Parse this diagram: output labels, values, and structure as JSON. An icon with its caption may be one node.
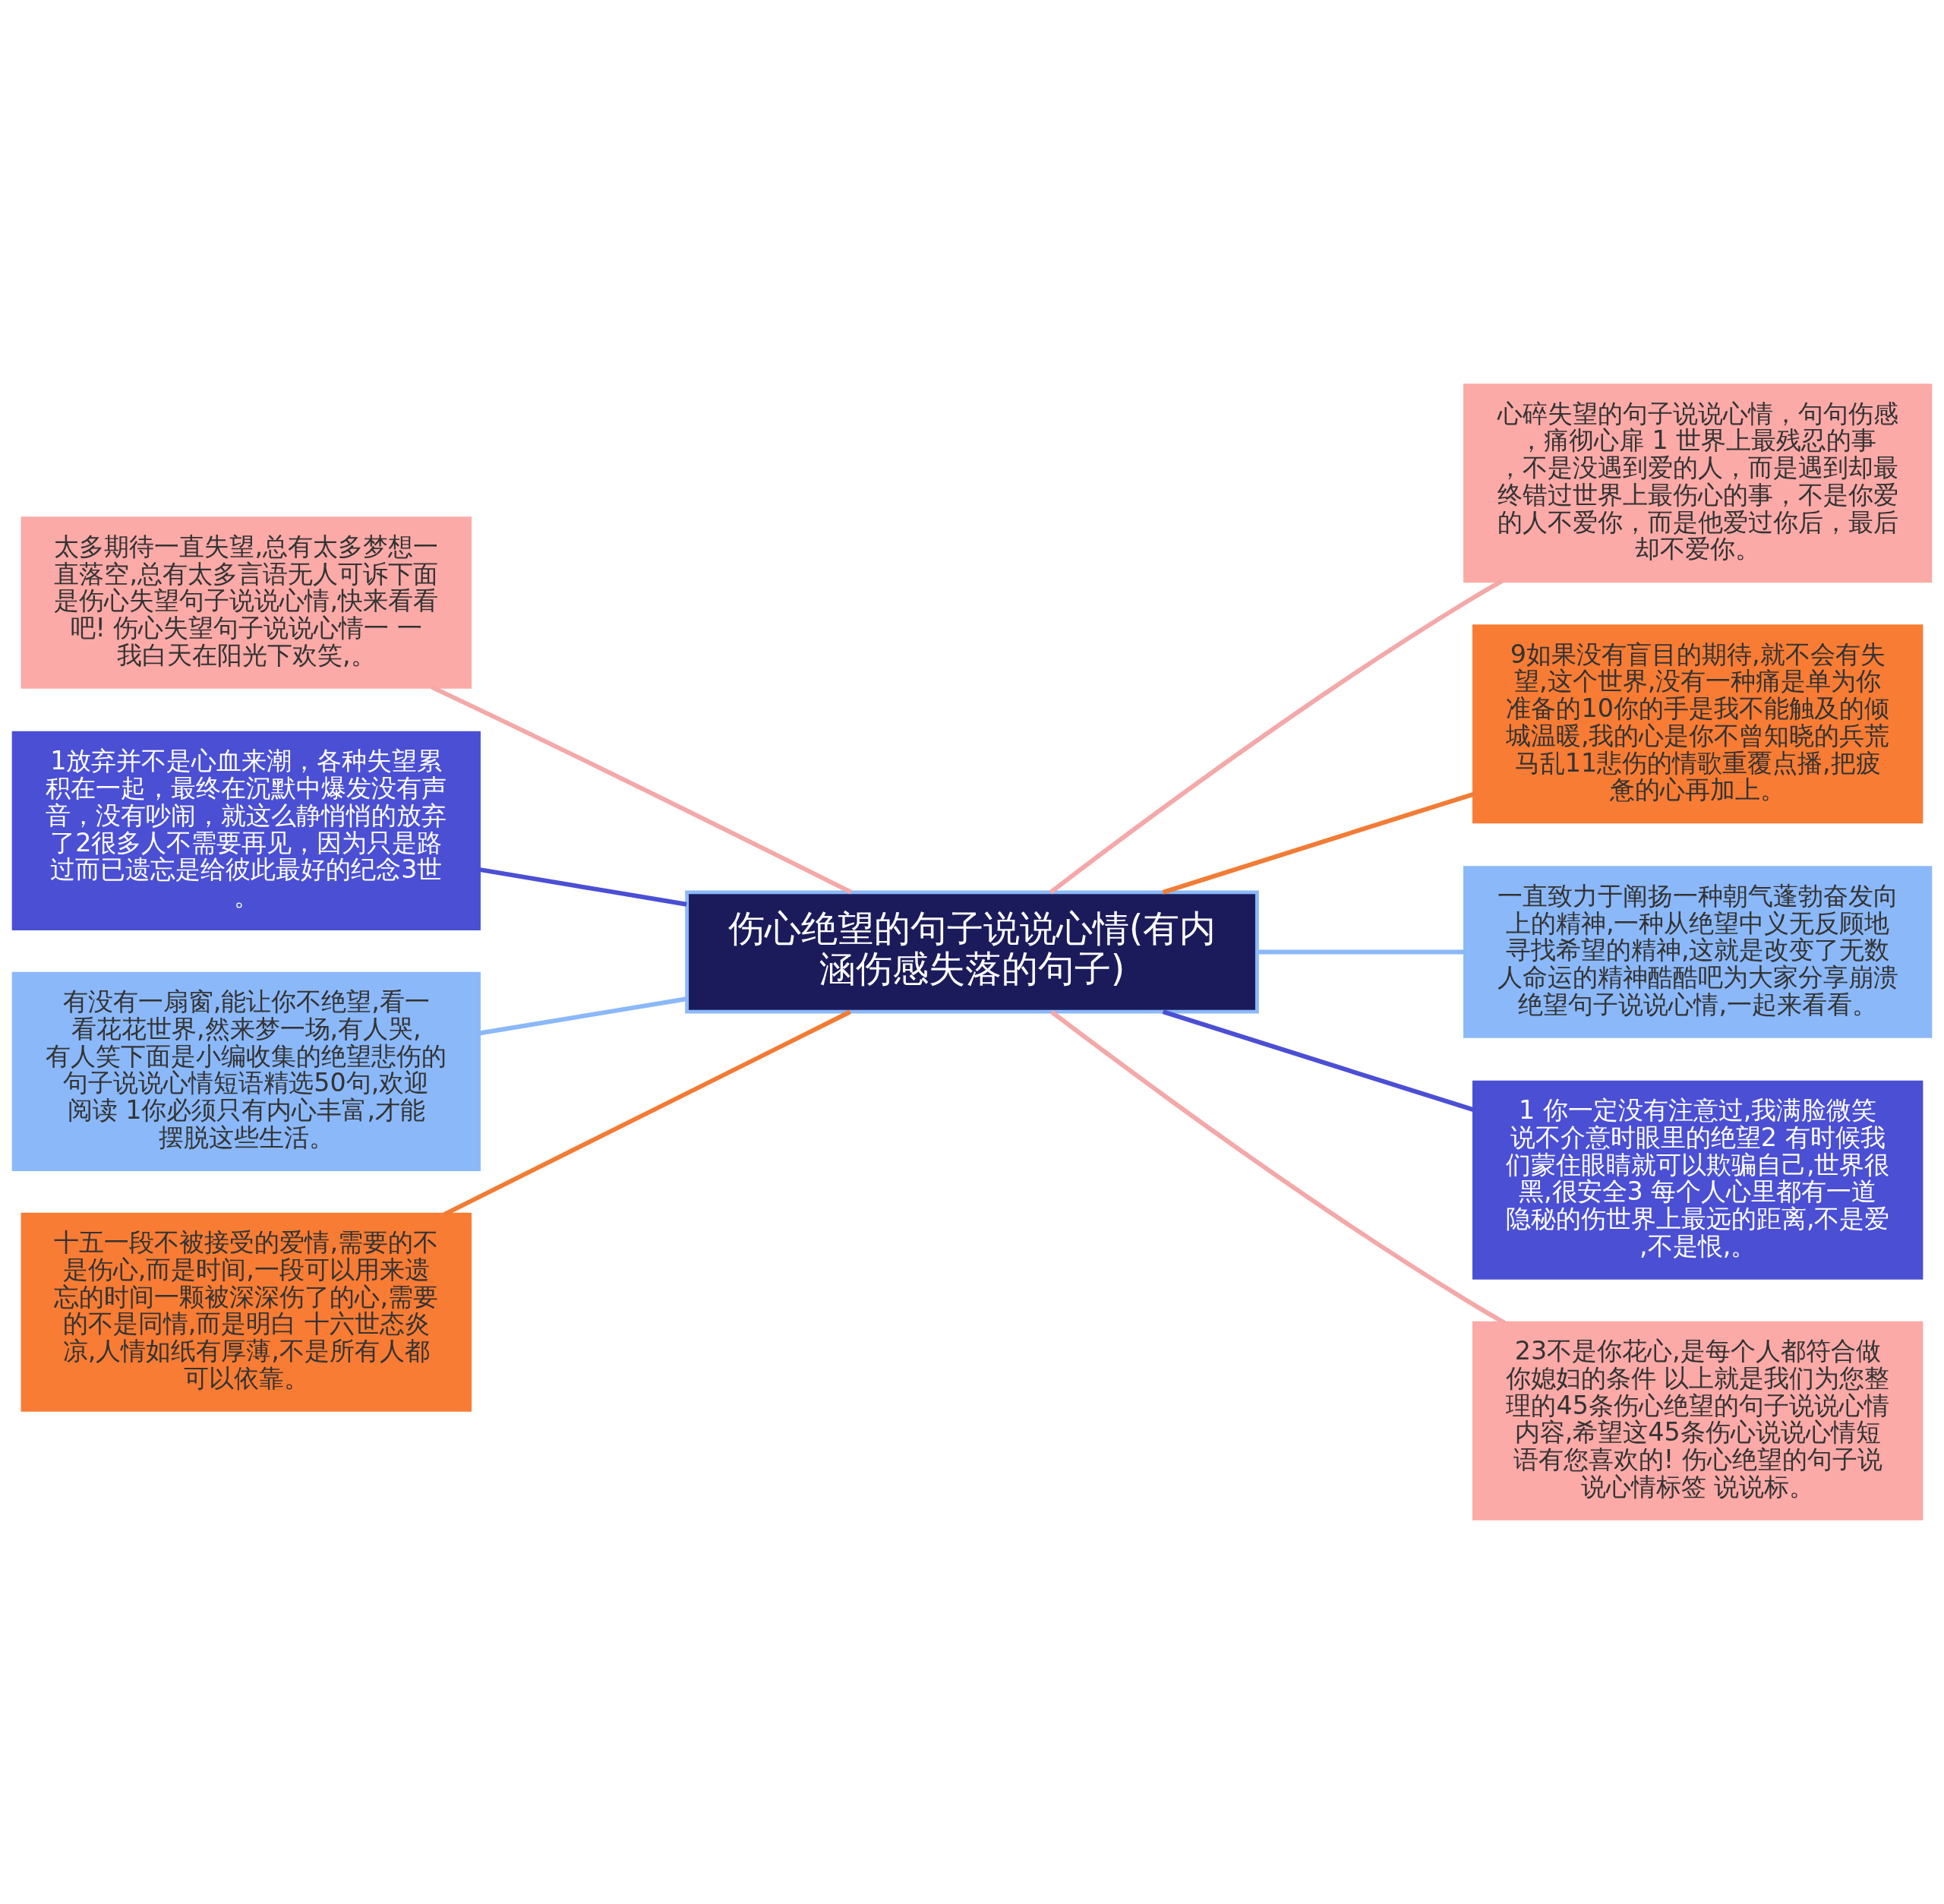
{
  "diagram": {
    "nodes": [
      {
        "text": [
          "伤心绝望的句子说说心情(有内涵伤感失落的句子)"
        ]
      },
      {
        "text": [
          "太多期待一直失望,总有太多梦想一直落空,总有太多言语无人可诉下面是伤心失望句子说说心情,快来看看吧! 伤心失望句子说说心情一 一我白天在阳光下欢笑,。"
        ]
      },
      {
        "text": [
          "1放弃并不是心血来潮，各种失望累积在一起，最终在沉默中爆发没有声音，没有吵闹，就这么静悄悄的放弃了2很多人不需要再见，因为只是路过而已遗忘是给彼此最好的纪念3世。"
        ]
      },
      {
        "text": [
          "有没有一扇窗,能让你不绝望,看一看花花世界,然来梦一场,有人哭,有人笑下面是小编收集的绝望悲伤的句子说说心情短语精选50句,欢迎阅读 1你必须只有内心丰富,才能摆脱这些生活。"
        ]
      },
      {
        "text": [
          "十五一段不被接受的爱情,需要的不是伤心,而是时间,一段可以用来遗忘的时间一颗被深深伤了的心,需要的不是同情,而是明白 十六世态炎凉,人情如纸有厚薄,不是所有人都可以依靠。"
        ]
      },
      {
        "text": [
          "心碎失望的句子说说心情，句句伤感，痛彻心扉 1 世界上最残忍的事，不是没遇到爱的人，而是遇到却最终错过世界上最伤心的事，不是你爱的人不爱你，而是他爱过你后，最后却不爱你。"
        ]
      },
      {
        "text": [
          "9如果没有盲目的期待,就不会有失望,这个世界,没有一种痛是单为你准备的10你的手是我不能触及的倾城温暖,我的心是你不曾知晓的兵荒马乱11悲伤的情歌重覆点播,把疲惫的心再加上。"
        ]
      },
      {
        "text": [
          "一直致力于阐扬一种朝气蓬勃奋发向上的精神,一种从绝望中义无反顾地寻找希望的精神,这就是改变了无数人命运的精神酷酷吧为大家分享崩溃绝望句子说说心情,一起来看看。"
        ]
      },
      {
        "text": [
          "1 你一定没有注意过,我满脸微笑说不介意时眼里的绝望2 有时候我们蒙住眼睛就可以欺骗自己,世界很黑,很安全3 每个人心里都有一道隐秘的伤世界上最远的距离,不是爱,不是恨,。"
        ]
      },
      {
        "text": [
          "23不是你花心,是每个人都符合做你媳妇的条件 以上就是我们为您整理的45条伤心绝望的句子说说心情内容,希望这45条伤心说说心情短语有您喜欢的! 伤心绝望的句子说说心情标签 说说标。"
        ]
      }
    ],
    "edges": [
      {
        "from": 1,
        "to": 0,
        "arrow": "none",
        "color": "#f4a9a8"
      },
      {
        "from": 2,
        "to": 0,
        "arrow": "none",
        "color": "#4a4fd4"
      },
      {
        "from": 3,
        "to": 0,
        "arrow": "none",
        "color": "#8ab8f8"
      },
      {
        "from": 4,
        "to": 0,
        "arrow": "none",
        "color": "#f07c36"
      },
      {
        "from": 0,
        "to": 5,
        "arrow": "none",
        "color": "#f4a9a8"
      },
      {
        "from": 0,
        "to": 6,
        "arrow": "none",
        "color": "#f07c36"
      },
      {
        "from": 0,
        "to": 7,
        "arrow": "none",
        "color": "#8ab8f8"
      },
      {
        "from": 0,
        "to": 8,
        "arrow": "none",
        "color": "#4a4fd4"
      },
      {
        "from": 0,
        "to": 9,
        "arrow": "none",
        "color": "#f4a9a8"
      }
    ]
  }
}
